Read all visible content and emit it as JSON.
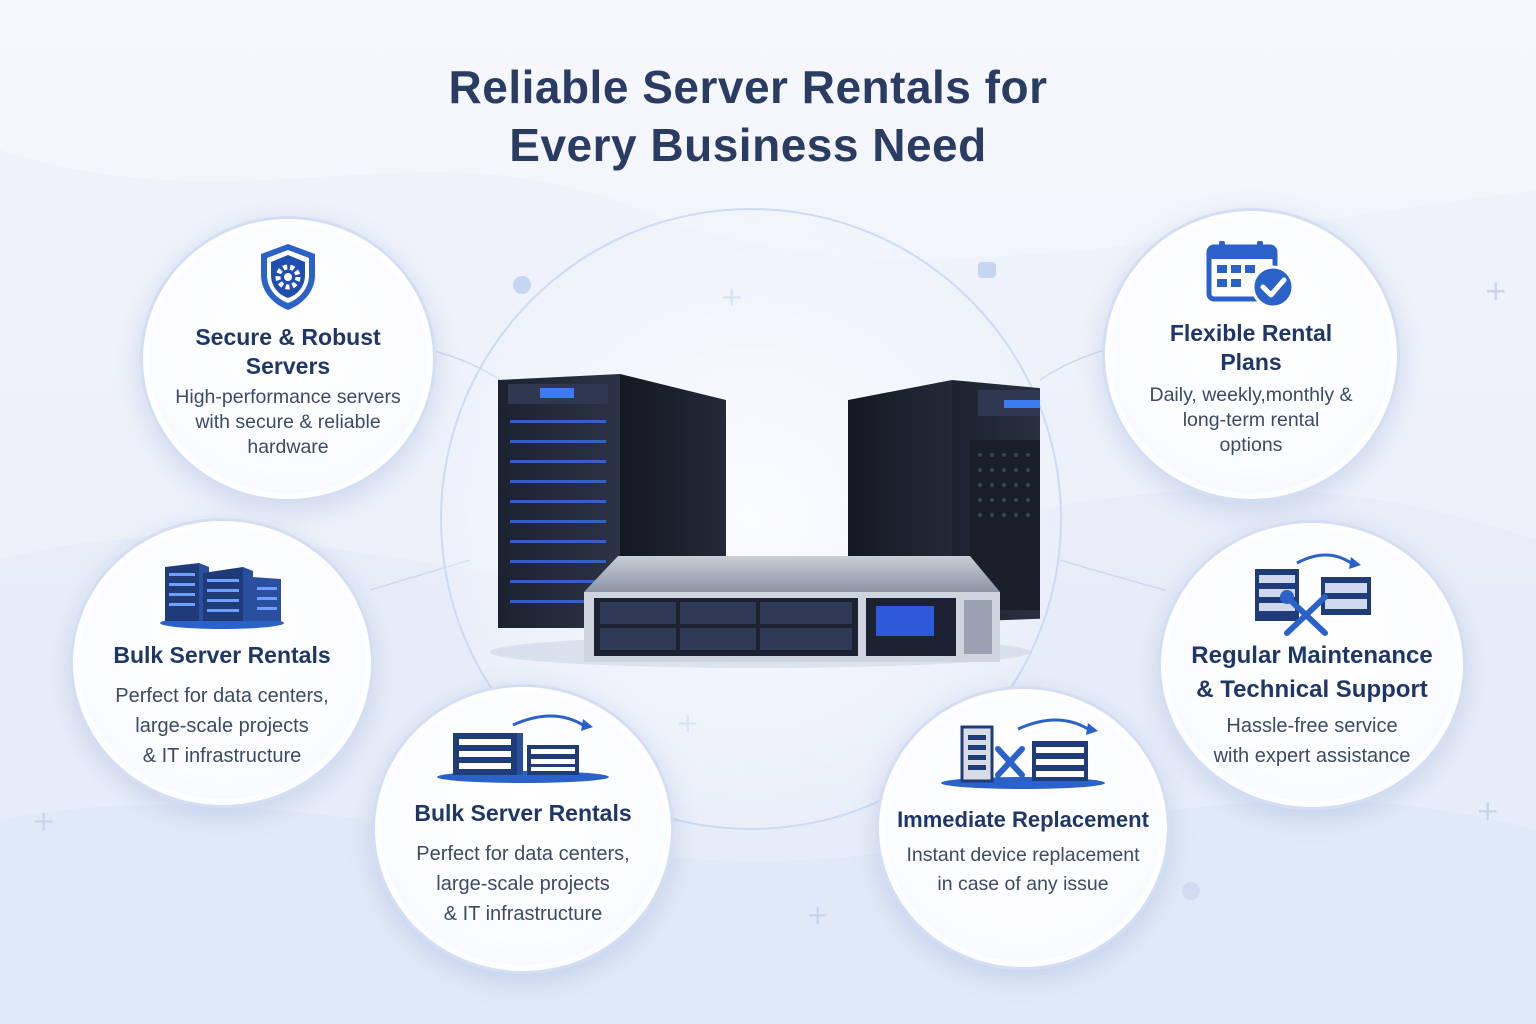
{
  "title": {
    "line1": "Reliable Server Rentals for",
    "line2": "Every Business Need"
  },
  "features": [
    {
      "icon": "shield-gear-icon",
      "heading_line1": "Secure & Robust",
      "heading_line2": "Servers",
      "desc_line1": "High-performance servers",
      "desc_line2": "with secure & reliable",
      "desc_line3": "hardware"
    },
    {
      "icon": "calendar-check-icon",
      "heading_line1": "Flexible Rental",
      "heading_line2": "Plans",
      "desc_line1": "Daily, weekly,monthly &",
      "desc_line2": "long-term rental",
      "desc_line3": "options"
    },
    {
      "icon": "server-racks-icon",
      "heading_line1": "Bulk Server Rentals",
      "desc_line1": "Perfect for data centers,",
      "desc_line2": "large-scale projects",
      "desc_line3": "& IT infrastructure"
    },
    {
      "icon": "server-transfer-icon",
      "heading_line1": "Bulk Server Rentals",
      "desc_line1": "Perfect for data centers,",
      "desc_line2": "large-scale projects",
      "desc_line3": "& IT infrastructure"
    },
    {
      "icon": "server-repair-icon",
      "heading_line1": "Immediate Replacement",
      "desc_line1": "Instant device replacement",
      "desc_line2": "in case of any issue"
    },
    {
      "icon": "maintenance-tools-icon",
      "heading_line1": "Regular Maintenance",
      "heading_line2": "& Technical Support",
      "desc_line1": "Hassle-free service",
      "desc_line2": "with expert assistance"
    }
  ],
  "colors": {
    "heading": "#1f3768",
    "accent": "#2a62c9",
    "body_text": "#3d4a63"
  }
}
